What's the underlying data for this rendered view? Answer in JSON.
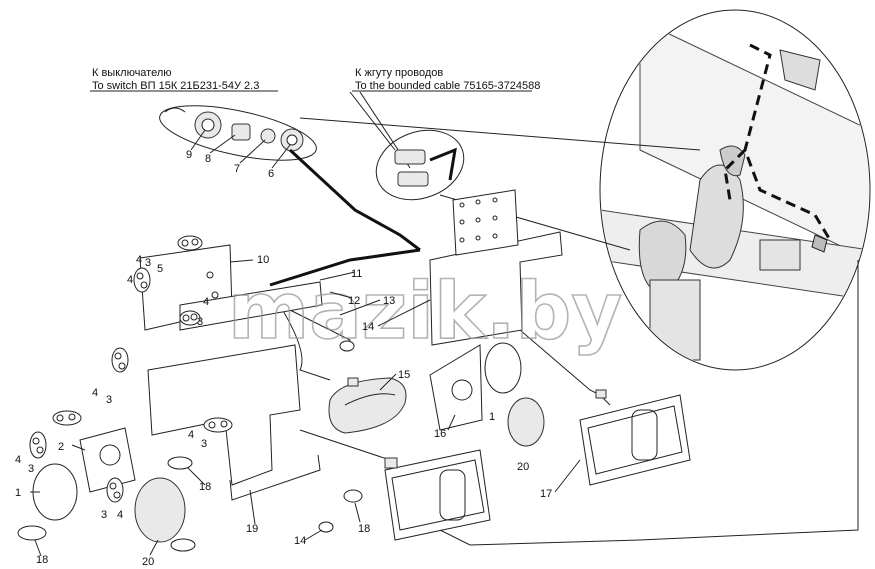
{
  "callouts": {
    "switch_ru": "К выключателю",
    "switch_en": "To switch ВП 15К 21Б231-54У 2.3",
    "cable_ru": "К жгуту проводов",
    "cable_en": "To the bounded cable 75165-3724588"
  },
  "watermark": "mazik.by",
  "part_numbers": [
    "1",
    "2",
    "3",
    "4",
    "5",
    "6",
    "7",
    "8",
    "9",
    "10",
    "11",
    "12",
    "13",
    "14",
    "15",
    "16",
    "17",
    "18",
    "19",
    "20"
  ]
}
